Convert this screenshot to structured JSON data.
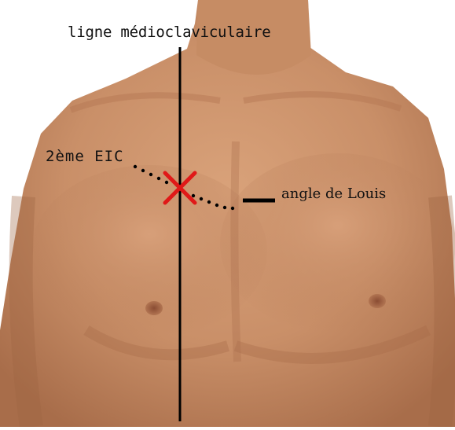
{
  "labels": {
    "midclavicular_line": "ligne médioclaviculaire",
    "second_intercostal_space": "2ème EIC",
    "angle_of_louis": "angle de Louis"
  },
  "colors": {
    "background": "#ffffff",
    "skin": "#c98f68",
    "skin_shadow": "#a86d4a",
    "nipple": "#9b5b3d",
    "reference_line": "#000000",
    "marker_cross": "#e01818",
    "label_text": "#111111"
  },
  "marker": {
    "shape": "cross-x",
    "meaning": "2ème EIC on ligne médioclaviculaire"
  }
}
